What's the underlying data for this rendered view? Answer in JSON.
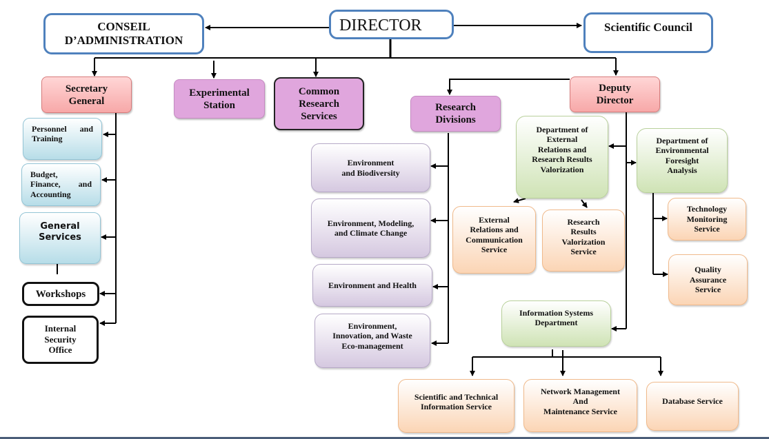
{
  "diagram": {
    "type": "organizational-chart",
    "nodes": {
      "director": {
        "label": [
          "DIRECTOR"
        ]
      },
      "conseil": {
        "label": [
          "CONSEIL",
          "D’ADMINISTRATION"
        ]
      },
      "scientific_council": {
        "label": [
          "Scientific Council"
        ]
      },
      "secretary_general": {
        "label": [
          "Secretary",
          "General"
        ]
      },
      "experimental_station": {
        "label": [
          "Experimental",
          "Station"
        ]
      },
      "common_research": {
        "label": [
          "Common",
          "Research",
          "Services"
        ]
      },
      "research_divisions": {
        "label": [
          "Research",
          "Divisions"
        ]
      },
      "deputy_director": {
        "label": [
          "Deputy",
          "Director"
        ]
      },
      "personnel": {
        "label": [
          "Personnel and",
          "Training"
        ]
      },
      "budget": {
        "label": [
          "Budget,",
          "Finance, and",
          "Accounting"
        ]
      },
      "general_services": {
        "label": [
          "General",
          "Services"
        ]
      },
      "workshops": {
        "label": [
          "Workshops"
        ]
      },
      "internal_security": {
        "label": [
          "Internal",
          "Security",
          "Office"
        ]
      },
      "env_biodiversity": {
        "label": [
          "Environment",
          "and Biodiversity"
        ]
      },
      "env_modeling": {
        "label": [
          "Environment, Modeling,",
          "and Climate Change"
        ]
      },
      "env_health": {
        "label": [
          "Environment and Health"
        ]
      },
      "env_innovation": {
        "label": [
          "Environment,",
          "Innovation, and Waste",
          "Eco-management"
        ]
      },
      "dept_external": {
        "label": [
          "Department of",
          "External",
          "Relations and",
          "Research Results",
          "Valorization"
        ]
      },
      "dept_foresight": {
        "label": [
          "Department of",
          "Environmental",
          "Foresight",
          "Analysis"
        ]
      },
      "external_comm": {
        "label": [
          "External",
          "Relations and",
          "Communication",
          "Service"
        ]
      },
      "results_valorization": {
        "label": [
          "Research",
          "Results",
          "Valorization",
          "Service"
        ]
      },
      "tech_monitoring": {
        "label": [
          "Technology",
          "Monitoring",
          "Service"
        ]
      },
      "quality_assurance": {
        "label": [
          "Quality",
          "Assurance",
          "Service"
        ]
      },
      "info_systems": {
        "label": [
          "Information Systems",
          "Department"
        ]
      },
      "sci_tech_info": {
        "label": [
          "Scientific and Technical",
          "Information Service"
        ]
      },
      "network_mgmt": {
        "label": [
          "Network Management",
          "And",
          "Maintenance Service"
        ]
      },
      "database": {
        "label": [
          "Database Service"
        ]
      }
    },
    "edges": [
      [
        "director",
        "conseil"
      ],
      [
        "director",
        "scientific_council"
      ],
      [
        "director",
        "secretary_general"
      ],
      [
        "director",
        "experimental_station"
      ],
      [
        "director",
        "common_research"
      ],
      [
        "director",
        "deputy_director"
      ],
      [
        "deputy_director",
        "research_divisions"
      ],
      [
        "secretary_general",
        "personnel"
      ],
      [
        "secretary_general",
        "budget"
      ],
      [
        "secretary_general",
        "general_services"
      ],
      [
        "secretary_general",
        "workshops"
      ],
      [
        "secretary_general",
        "internal_security"
      ],
      [
        "research_divisions",
        "env_biodiversity"
      ],
      [
        "research_divisions",
        "env_modeling"
      ],
      [
        "research_divisions",
        "env_health"
      ],
      [
        "research_divisions",
        "env_innovation"
      ],
      [
        "deputy_director",
        "dept_external"
      ],
      [
        "deputy_director",
        "dept_foresight"
      ],
      [
        "deputy_director",
        "info_systems"
      ],
      [
        "dept_external",
        "external_comm"
      ],
      [
        "dept_external",
        "results_valorization"
      ],
      [
        "dept_foresight",
        "tech_monitoring"
      ],
      [
        "dept_foresight",
        "quality_assurance"
      ],
      [
        "info_systems",
        "sci_tech_info"
      ],
      [
        "info_systems",
        "network_mgmt"
      ],
      [
        "info_systems",
        "database"
      ]
    ]
  }
}
